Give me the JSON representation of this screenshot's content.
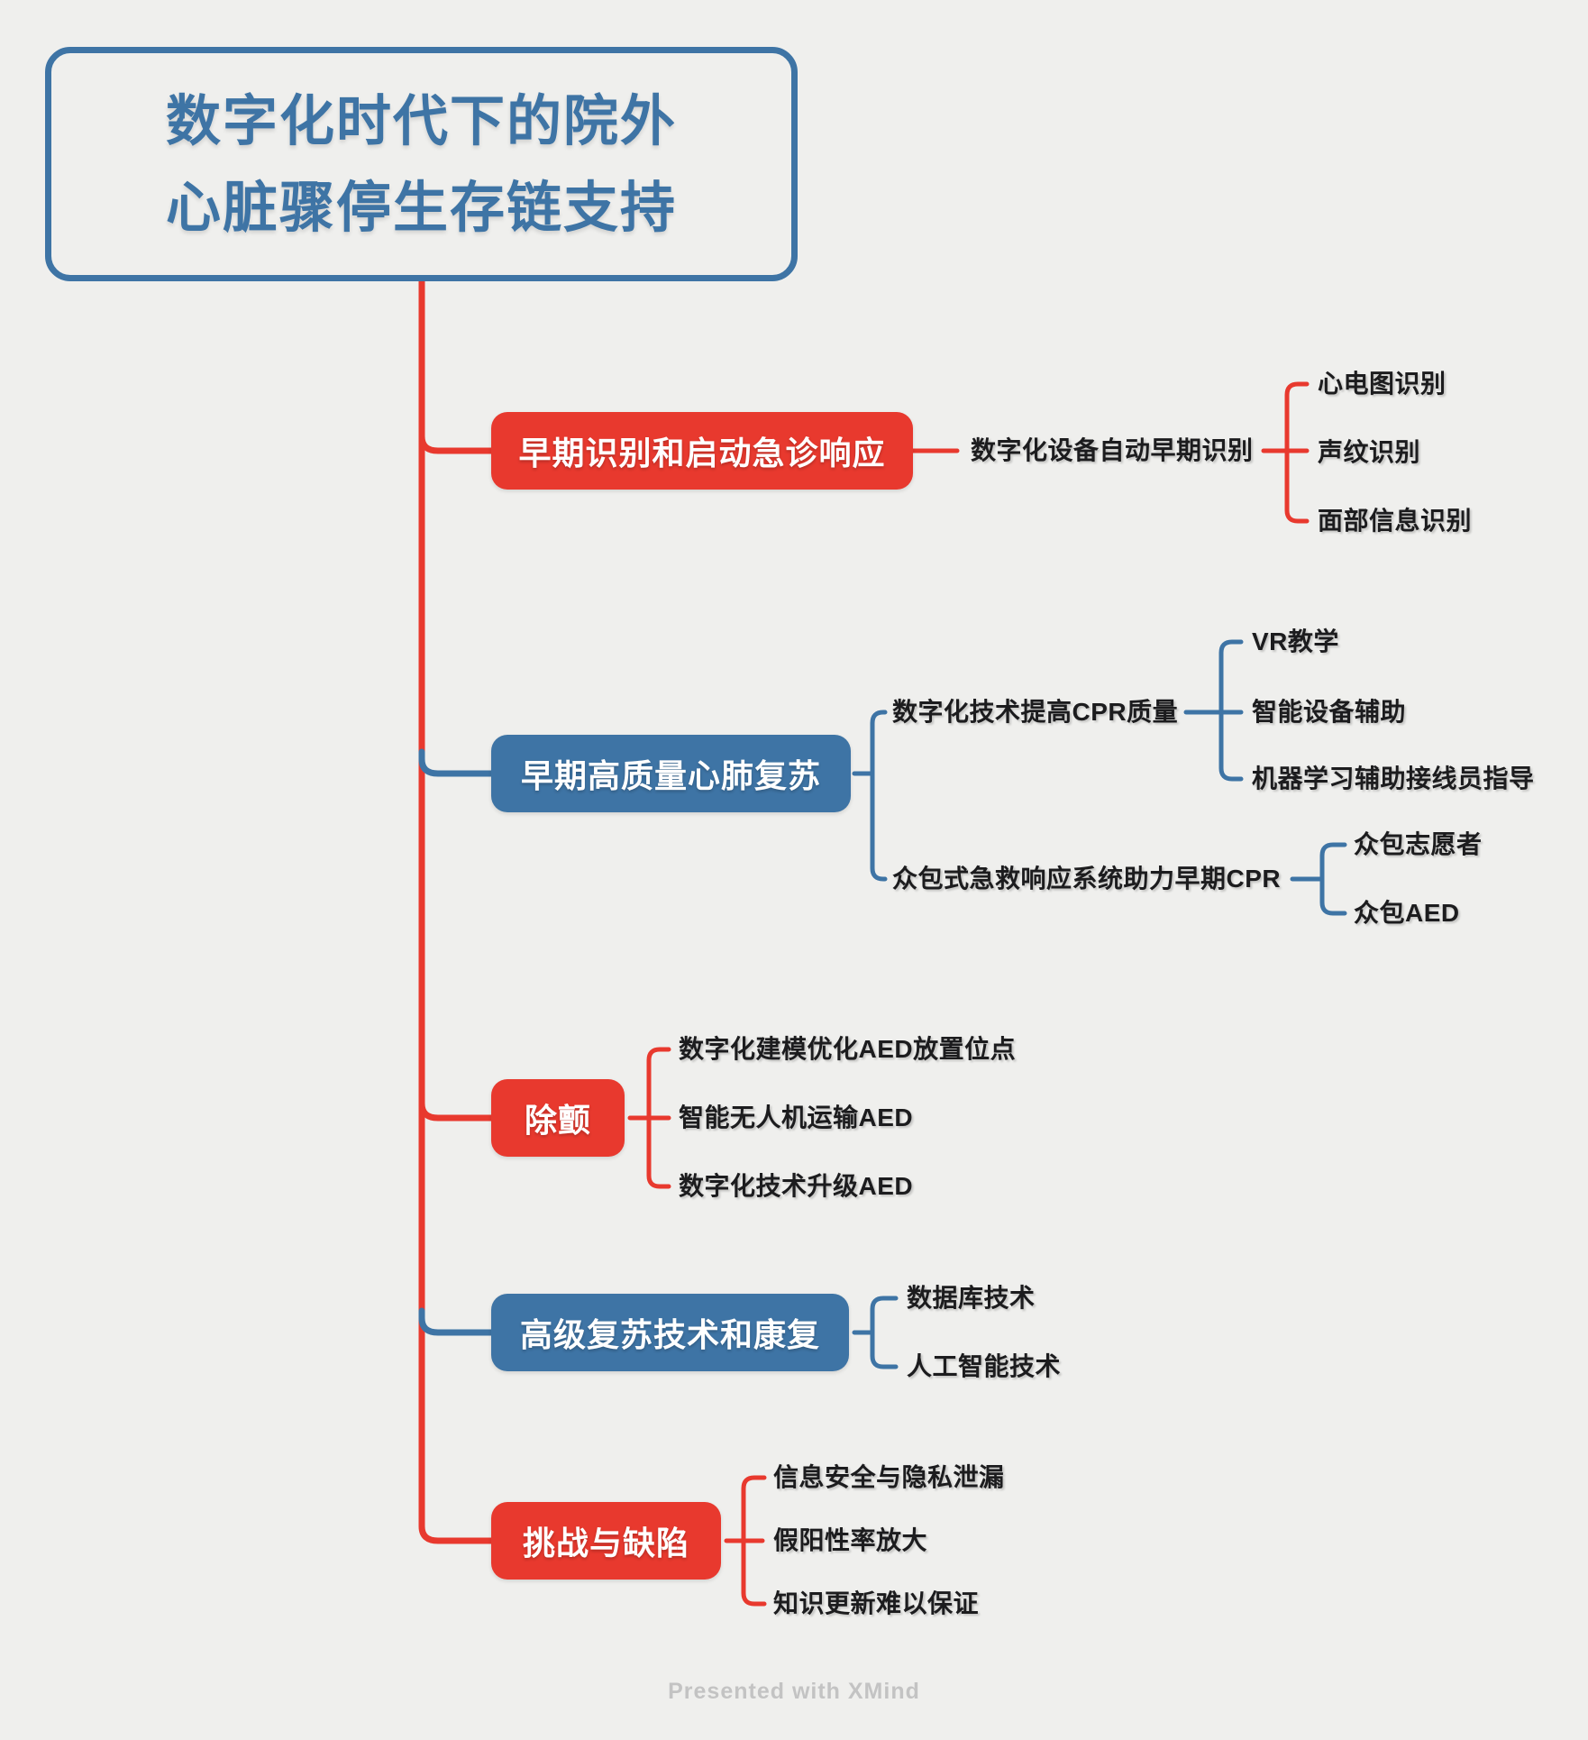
{
  "root": {
    "title_line1": "数字化时代下的院外",
    "title_line2": "心脏骤停生存链支持"
  },
  "colors": {
    "red": "#e8392e",
    "blue": "#3e74a5",
    "background": "#efefed",
    "text": "#1c1c1e",
    "box_text": "#ffffff",
    "footer_text": "#c3c3c3"
  },
  "branches": [
    {
      "label": "早期识别和启动急诊响应",
      "color": "red",
      "children": [
        {
          "label": "数字化设备自动早期识别",
          "children": [
            "心电图识别",
            "声纹识别",
            "面部信息识别"
          ]
        }
      ]
    },
    {
      "label": "早期高质量心肺复苏",
      "color": "blue",
      "children": [
        {
          "label": "数字化技术提高CPR质量",
          "children": [
            "VR教学",
            "智能设备辅助",
            "机器学习辅助接线员指导"
          ]
        },
        {
          "label": "众包式急救响应系统助力早期CPR",
          "children": [
            "众包志愿者",
            "众包AED"
          ]
        }
      ]
    },
    {
      "label": "除颤",
      "color": "red",
      "children": [
        "数字化建模优化AED放置位点",
        "智能无人机运输AED",
        "数字化技术升级AED"
      ]
    },
    {
      "label": "高级复苏技术和康复",
      "color": "blue",
      "children": [
        "数据库技术",
        "人工智能技术"
      ]
    },
    {
      "label": "挑战与缺陷",
      "color": "red",
      "children": [
        "信息安全与隐私泄漏",
        "假阳性率放大",
        "知识更新难以保证"
      ]
    }
  ],
  "footer": {
    "text": "Presented with XMind"
  }
}
